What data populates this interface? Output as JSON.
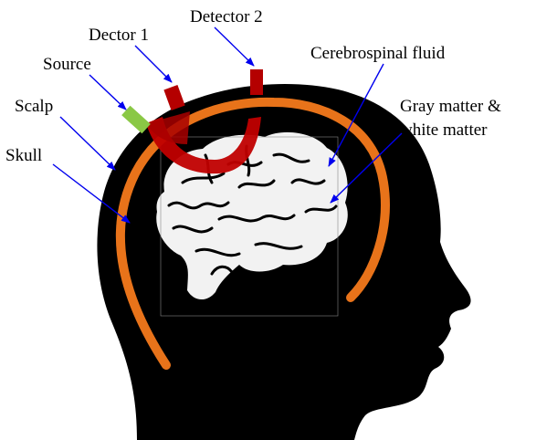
{
  "diagram": {
    "labels": {
      "detector_2": "Detector 2",
      "dector_1": "Dector 1",
      "source": "Source",
      "csf": "Cerebrospinal fluid",
      "scalp": "Scalp",
      "gray_white_line1": "Gray matter &",
      "gray_white_line2": "white matter",
      "skull": "Skull"
    },
    "colors": {
      "head_silhouette": "#000000",
      "brain": "#f2f2f2",
      "brain_folds": "#000000",
      "csf_band": "#e8731a",
      "source": "#8ac845",
      "detector": "#b40000",
      "light_path": "#c00000",
      "pointer_arrows": "#0000ee"
    }
  }
}
